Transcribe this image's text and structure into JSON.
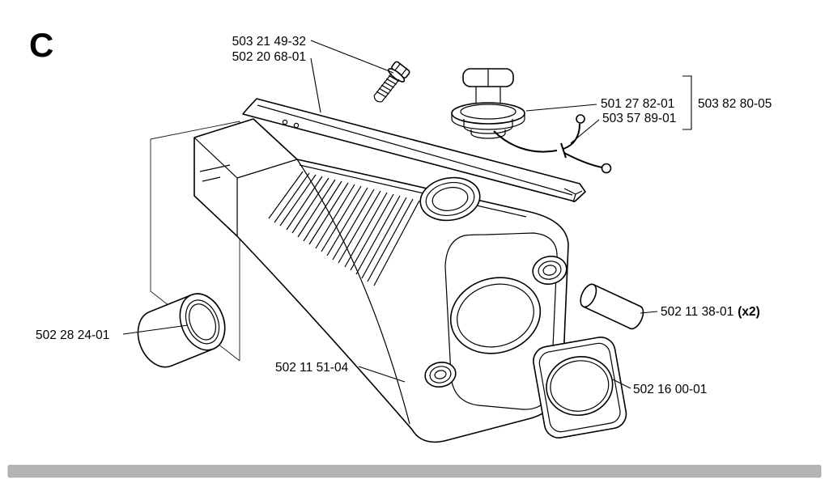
{
  "page": {
    "section_letter": "C"
  },
  "labels": {
    "screw": "503 21 49-32",
    "strip": "502 20 68-01",
    "fuel_cap": "501 27 82-01",
    "retainer": "503 57 89-01",
    "cap_assembly": "503 82 80-05",
    "bushing": "502 11 38-01",
    "bushing_qty": "(x2)",
    "collar": "502 28 24-01",
    "housing": "502 11 51-04",
    "gasket": "502 16 00-01"
  },
  "colors": {
    "line": "#000000",
    "footer_bar": "#b4b4b4",
    "background": "#ffffff"
  }
}
